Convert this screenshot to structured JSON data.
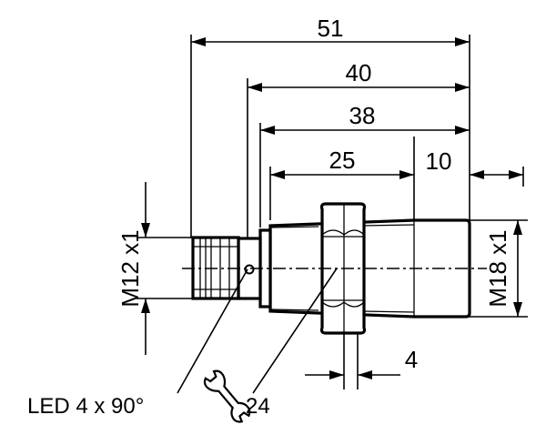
{
  "drawing": {
    "dimensions": {
      "overall_length": "51",
      "length_from_led": "40",
      "length_from_body": "38",
      "thread_length": "25",
      "active_face": "10",
      "nut_thickness": "4"
    },
    "threads": {
      "connector_thread": "M12 x1",
      "sensor_thread": "M18 x1"
    },
    "callouts": {
      "led": "LED 4 x 90°",
      "wrench_size": "24"
    },
    "icons": [
      "wrench-icon"
    ],
    "colors": {
      "line": "#000000",
      "background": "#ffffff"
    }
  }
}
